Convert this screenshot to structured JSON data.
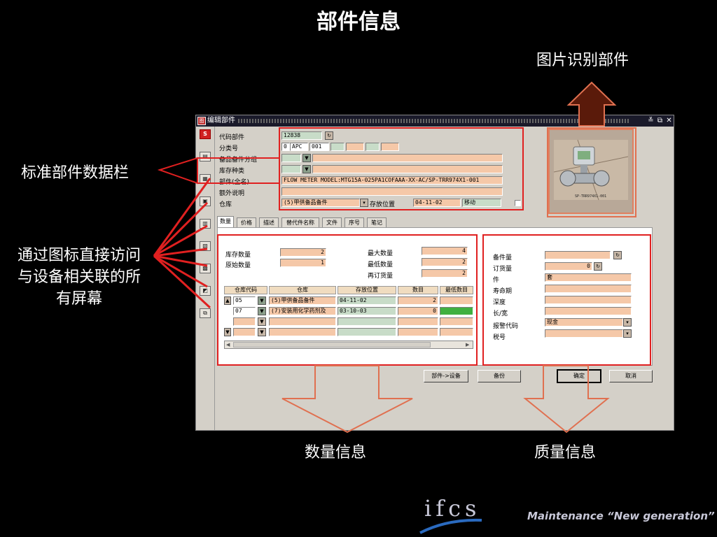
{
  "slide": {
    "title": "部件信息",
    "label_photo": "图片识别部件",
    "label_std": "标准部件数据栏",
    "label_icons_1": "通过图标直接访问",
    "label_icons_2": "与设备相关联的所",
    "label_icons_3": "有屏幕",
    "label_qty": "数量信息",
    "label_quality": "质量信息",
    "footer_logo": "ifcs",
    "footer_tagline": "Maintenance  “New generation”"
  },
  "window": {
    "title": "编辑部件",
    "controls": [
      "≚",
      "⧉",
      "✕"
    ]
  },
  "header_form": {
    "labels": [
      "代码部件",
      "分类号",
      "备品备件分组",
      "库存种类",
      "部件(全名)",
      "额外说明",
      "仓库"
    ],
    "part_code": "12838",
    "class_no_1": "0",
    "class_no_2": "APC",
    "class_no_3": "001",
    "full_name": "FLOW METER MODEL:MTG15A-025PA1COFAAA-XX-AC/SP-TRR974X1-001",
    "warehouse": "(5)甲供备品备件",
    "storage_label": "存放位置",
    "storage_value": "04-11-02",
    "move_label": "移动"
  },
  "tabs": [
    "数量",
    "价格",
    "描述",
    "替代件名称",
    "文件",
    "序号",
    "笔记"
  ],
  "quantity": {
    "stock_label": "库存数量",
    "stock_value": "2",
    "orig_label": "原始数量",
    "orig_value": "1",
    "max_label": "最大数量",
    "max_value": "4",
    "min_label": "最低数量",
    "min_value": "2",
    "reorder_label": "再订货量",
    "reorder_value": "2"
  },
  "grid": {
    "headers": [
      "仓库代码",
      "仓库",
      "存放位置",
      "数目",
      "最低数目"
    ],
    "rows": [
      {
        "code": "05",
        "name": "(5)甲供备品备件",
        "loc": "04-11-02",
        "qty": "2",
        "min": ""
      },
      {
        "code": "07",
        "name": "(7)安装用化学药剂及",
        "loc": "03-10-03",
        "qty": "0",
        "min": ""
      }
    ]
  },
  "quality": {
    "labels": [
      "备件量",
      "订货量",
      "件",
      "寿命期",
      "深度",
      "长/宽",
      "报警代码",
      "税号"
    ],
    "order_value": "0",
    "unit_value": "套",
    "alarm_value": "现金"
  },
  "buttons": {
    "part_to_equip": "部件->设备",
    "backup": "备份",
    "ok": "确定",
    "cancel": "取消"
  },
  "photo": {
    "caption": "SP-TRR974X1-001"
  },
  "colors": {
    "highlight": "#e02020",
    "arrow_fill": "#5a1a0a",
    "arrow_stroke": "#e07050",
    "field_peach": "#f5c8a8"
  }
}
